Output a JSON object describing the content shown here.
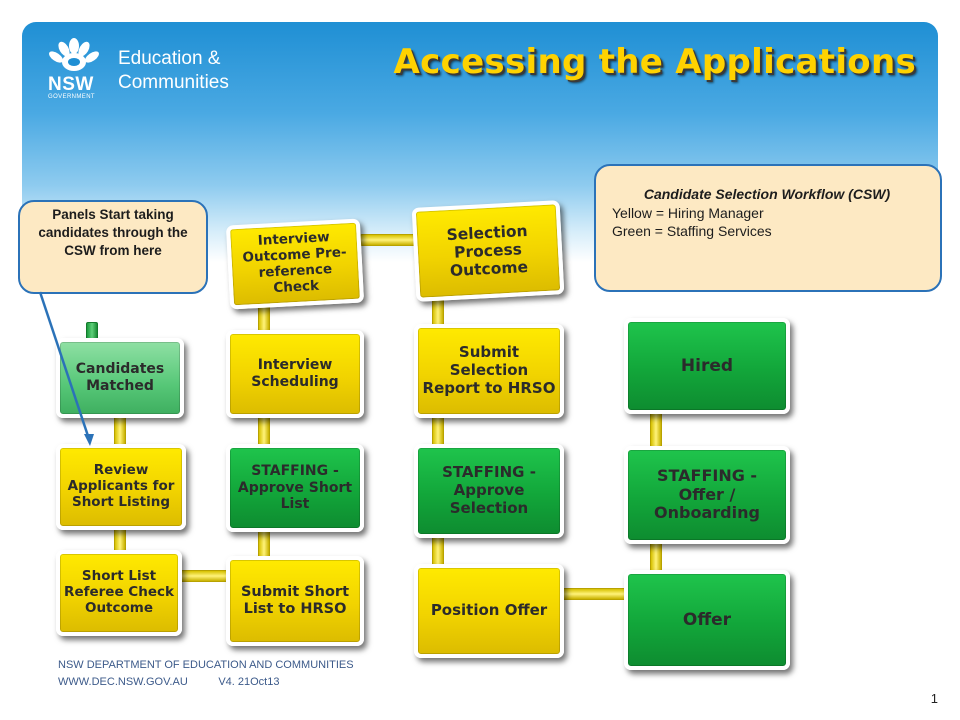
{
  "logo": {
    "nsw": "NSW",
    "government": "GOVERNMENT",
    "line1": "Education &",
    "line2": "Communities"
  },
  "title": "Accessing the Applications",
  "callout_left": {
    "text": "Panels Start taking candidates through the CSW from here"
  },
  "callout_right": {
    "title": "Candidate Selection Workflow (CSW)",
    "line1": "Yellow = Hiring Manager",
    "line2": "Green = Staffing Services"
  },
  "boxes": {
    "candidates_matched": "Candidates Matched",
    "review_applicants": "Review Applicants for Short Listing",
    "short_list_referee": "Short List Referee Check Outcome",
    "interview_outcome": "Interview Outcome Pre-reference Check",
    "interview_scheduling": "Interview Scheduling",
    "staffing_approve_short_list": "STAFFING - Approve Short List",
    "submit_short_list": "Submit Short List to HRSO",
    "selection_process": "Selection Process Outcome",
    "submit_selection_report": "Submit Selection Report to HRSO",
    "staffing_approve_selection": "STAFFING - Approve Selection",
    "position_offer": "Position Offer",
    "hired": "Hired",
    "staffing_offer_onboarding": "STAFFING - Offer / Onboarding",
    "offer": "Offer"
  },
  "colors": {
    "yellow": "#f1d300",
    "green": "#12a63a",
    "title_yellow": "#ffd200",
    "callout_bg": "#fde9c3",
    "callout_border": "#2b72b8"
  },
  "footer": {
    "line1": "NSW DEPARTMENT OF EDUCATION  AND COMMUNITIES",
    "line2": "WWW.DEC.NSW.GOV.AU          V4. 21Oct13",
    "page_number": "1"
  }
}
